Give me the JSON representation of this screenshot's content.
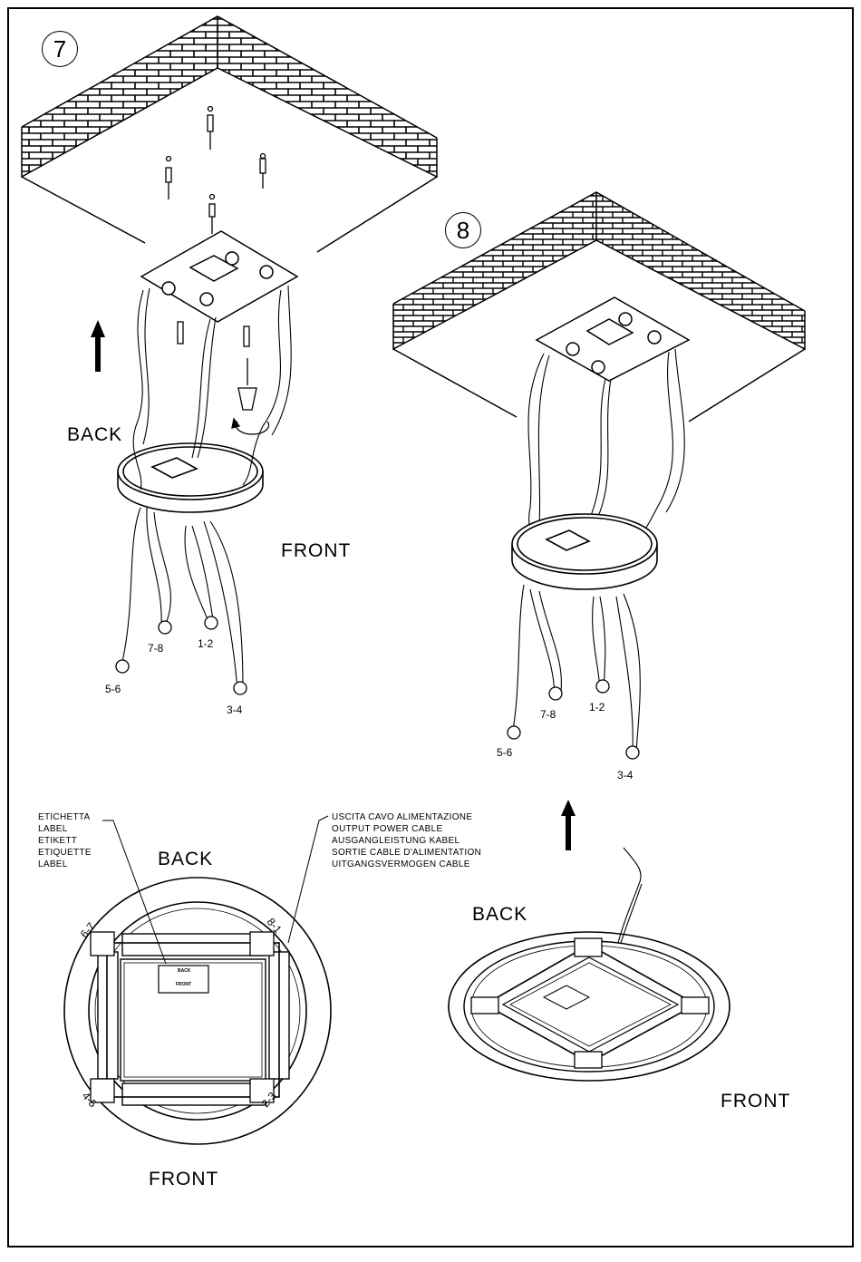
{
  "steps": {
    "step7": {
      "number": "7",
      "back": "BACK",
      "front": "FRONT",
      "connectors": [
        "7-8",
        "1-2",
        "5-6",
        "3-4"
      ]
    },
    "step8": {
      "number": "8",
      "connectors": [
        "7-8",
        "1-2",
        "5-6",
        "3-4"
      ]
    }
  },
  "top_view": {
    "label_callout": [
      "ETICHETTA",
      "LABEL",
      "ETIKETT",
      "ETIQUETTE",
      "LABEL"
    ],
    "cable_callout": [
      "USCITA CAVO ALIMENTAZIONE",
      "OUTPUT POWER CABLE",
      "AUSGANGLEISTUNG KABEL",
      "SORTIE CABLE D'ALIMENTATION",
      "UITGANGSVERMOGEN CABLE"
    ],
    "back": "BACK",
    "front": "FRONT",
    "corner_marks": [
      "6-7",
      "8-1",
      "4-5",
      "2-3"
    ],
    "plate_label_back": "BACK",
    "plate_label_front": "FRONT"
  },
  "iso_view": {
    "back": "BACK",
    "front": "FRONT"
  }
}
